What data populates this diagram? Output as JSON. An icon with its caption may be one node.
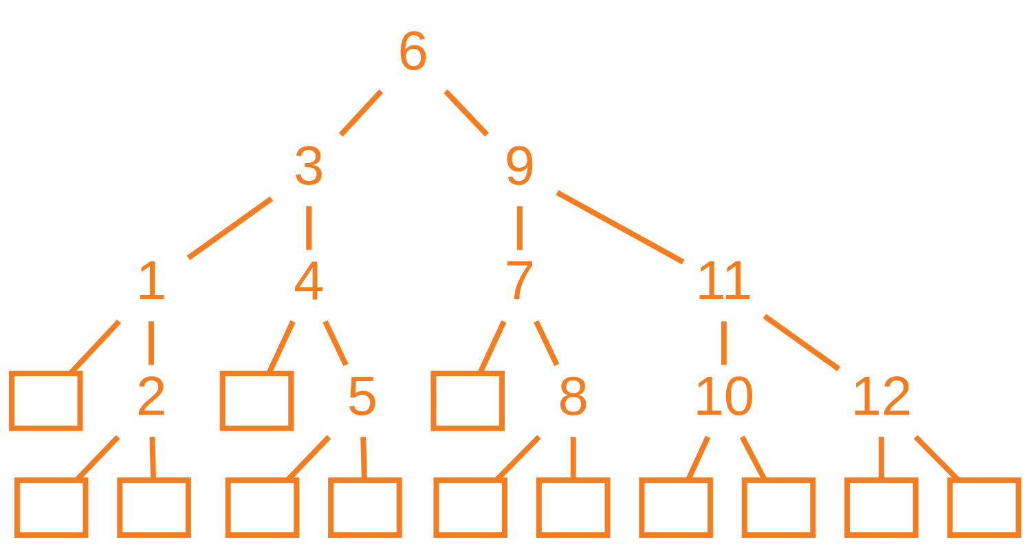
{
  "diagram": {
    "nodes": [
      {
        "text": [
          "6"
        ]
      },
      {
        "text": [
          "3"
        ]
      },
      {
        "text": [
          "9"
        ]
      },
      {
        "text": [
          "1"
        ]
      },
      {
        "text": [
          "4"
        ]
      },
      {
        "text": [
          "7"
        ]
      },
      {
        "text": [
          "11"
        ]
      },
      {
        "text": [],
        "shape": "box"
      },
      {
        "text": [
          "2"
        ]
      },
      {
        "text": [],
        "shape": "box"
      },
      {
        "text": [
          "5"
        ]
      },
      {
        "text": [],
        "shape": "box"
      },
      {
        "text": [
          "8"
        ]
      },
      {
        "text": [
          "10"
        ]
      },
      {
        "text": [
          "12"
        ]
      },
      {
        "text": [],
        "shape": "box"
      },
      {
        "text": [],
        "shape": "box"
      },
      {
        "text": [],
        "shape": "box"
      },
      {
        "text": [],
        "shape": "box"
      },
      {
        "text": [],
        "shape": "box"
      },
      {
        "text": [],
        "shape": "box"
      },
      {
        "text": [],
        "shape": "box"
      },
      {
        "text": [],
        "shape": "box"
      },
      {
        "text": [],
        "shape": "box"
      },
      {
        "text": [],
        "shape": "box"
      }
    ],
    "edges": [
      {
        "from": 0,
        "to": 1,
        "arrow": "none"
      },
      {
        "from": 0,
        "to": 2,
        "arrow": "none"
      },
      {
        "from": 1,
        "to": 3,
        "arrow": "none"
      },
      {
        "from": 1,
        "to": 4,
        "arrow": "none"
      },
      {
        "from": 2,
        "to": 5,
        "arrow": "none"
      },
      {
        "from": 2,
        "to": 6,
        "arrow": "none"
      },
      {
        "from": 3,
        "to": 7,
        "arrow": "none"
      },
      {
        "from": 3,
        "to": 8,
        "arrow": "none"
      },
      {
        "from": 4,
        "to": 9,
        "arrow": "none"
      },
      {
        "from": 4,
        "to": 10,
        "arrow": "none"
      },
      {
        "from": 5,
        "to": 11,
        "arrow": "none"
      },
      {
        "from": 5,
        "to": 12,
        "arrow": "none"
      },
      {
        "from": 6,
        "to": 13,
        "arrow": "none"
      },
      {
        "from": 6,
        "to": 14,
        "arrow": "none"
      },
      {
        "from": 8,
        "to": 15,
        "arrow": "none"
      },
      {
        "from": 8,
        "to": 16,
        "arrow": "none"
      },
      {
        "from": 10,
        "to": 17,
        "arrow": "none"
      },
      {
        "from": 10,
        "to": 18,
        "arrow": "none"
      },
      {
        "from": 12,
        "to": 19,
        "arrow": "none"
      },
      {
        "from": 12,
        "to": 20,
        "arrow": "none"
      },
      {
        "from": 13,
        "to": 21,
        "arrow": "none"
      },
      {
        "from": 13,
        "to": 22,
        "arrow": "none"
      },
      {
        "from": 14,
        "to": 23,
        "arrow": "none"
      },
      {
        "from": 14,
        "to": 24,
        "arrow": "none"
      }
    ]
  }
}
